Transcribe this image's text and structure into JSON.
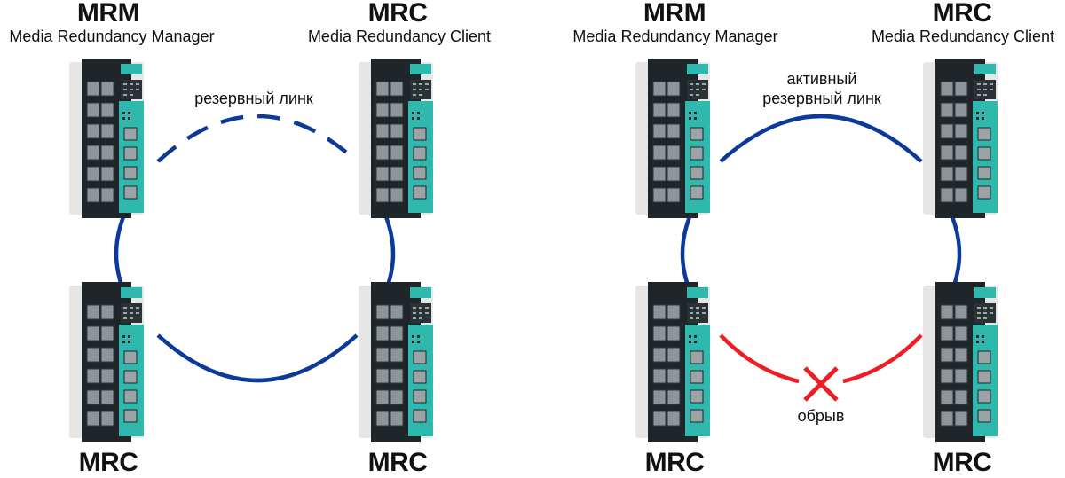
{
  "colors": {
    "ring": "#0b3a9b",
    "break": "#ee1c24",
    "accent": "#2fb8ad",
    "device_body": "#1d2528",
    "device_side": "#e4e4e4"
  },
  "left": {
    "top_left": {
      "role": "MRM",
      "subtitle": "Media Redundancy Manager"
    },
    "top_right": {
      "role": "MRC",
      "subtitle": "Media Redundancy Client"
    },
    "bottom_left": {
      "role": "MRC"
    },
    "bottom_right": {
      "role": "MRC"
    },
    "link_label": "резервный линк"
  },
  "right": {
    "top_left": {
      "role": "MRM",
      "subtitle": "Media Redundancy Manager"
    },
    "top_right": {
      "role": "MRC",
      "subtitle": "Media Redundancy Client"
    },
    "bottom_left": {
      "role": "MRC"
    },
    "bottom_right": {
      "role": "MRC"
    },
    "link_label_line1": "активный",
    "link_label_line2": "резервный линк",
    "break_label": "обрыв"
  }
}
